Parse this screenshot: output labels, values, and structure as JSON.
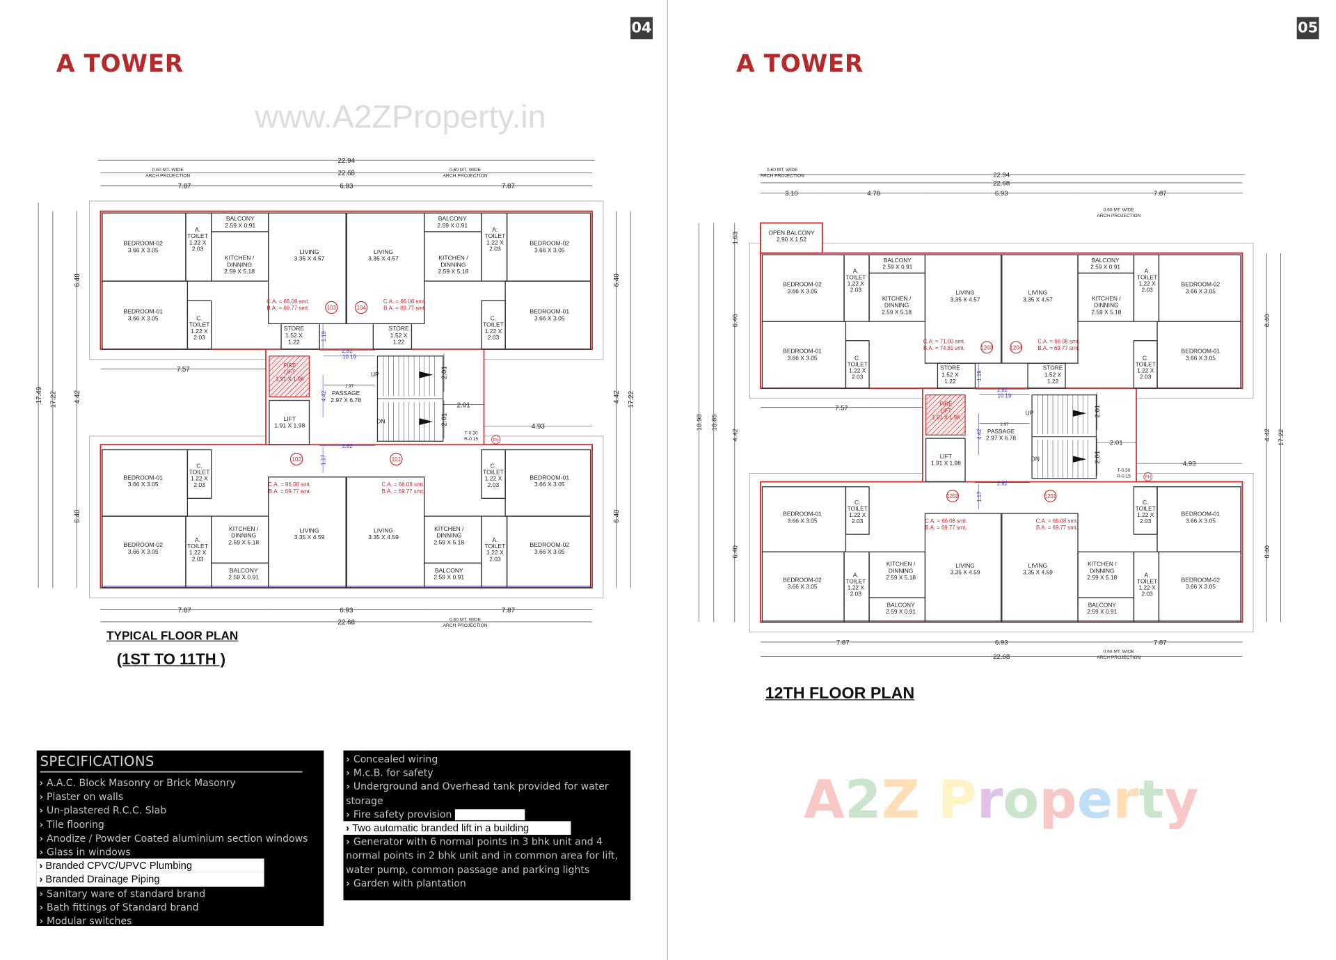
{
  "pages": [
    {
      "number": "04",
      "title": "A TOWER"
    },
    {
      "number": "05",
      "title": "A TOWER"
    }
  ],
  "watermarks": {
    "url": "www.A2ZProperty.in",
    "logo": "A2Z Property",
    "logo_colors": [
      "#e53935",
      "#43a047",
      "#fb8c00",
      "#1e88e5",
      "#fdd835",
      "#8e24aa",
      "#43a047",
      "#e53935",
      "#1e88e5",
      "#fb8c00",
      "#43a047"
    ]
  },
  "colors": {
    "title": "#b52a2a",
    "wall": "#d32f2f",
    "window": "#3b3bb0",
    "area_text": "#c0262d"
  },
  "plans": [
    {
      "caption": [
        "TYPICAL FLOOR PLAN",
        "(1ST TO 11TH )"
      ],
      "units": [
        {
          "id": "103",
          "ca": "C.A. =  66.08 smt.",
          "ba": "B.A.  = 69.77 smt.",
          "rooms": [
            {
              "lines": [
                "BEDROOM-02",
                "3.66 X 3.05"
              ]
            },
            {
              "lines": [
                "A.",
                "TOILET",
                "1.22 X",
                "2.03"
              ]
            },
            {
              "lines": [
                "BALCONY",
                "2.59 X 0.91"
              ]
            },
            {
              "lines": [
                "KITCHEN /",
                "DINNING",
                "2.59 X 5.18"
              ]
            },
            {
              "lines": [
                "LIVING",
                "3.35 X 4.57"
              ]
            },
            {
              "lines": [
                "BEDROOM-01",
                "3.66 X 3.05"
              ]
            },
            {
              "lines": [
                "C.",
                "TOILET",
                "1.22 X",
                "2.03"
              ]
            },
            {
              "lines": [
                "STORE",
                "1.52 X",
                "1.22"
              ]
            }
          ]
        },
        {
          "id": "104",
          "ca": "C.A. =  66.08 smt.",
          "ba": "B.A.  = 69.77 smt.",
          "rooms": [
            {
              "lines": [
                "BEDROOM-02",
                "3.66 X 3.05"
              ]
            },
            {
              "lines": [
                "A.",
                "TOILET",
                "1.22 X",
                "2.03"
              ]
            },
            {
              "lines": [
                "BALCONY",
                "2.59 X 0.91"
              ]
            },
            {
              "lines": [
                "KITCHEN /",
                "DINNING",
                "2.59 X 5.18"
              ]
            },
            {
              "lines": [
                "LIVING",
                "3.35 X 4.57"
              ]
            },
            {
              "lines": [
                "BEDROOM-01",
                "3.66  X 3.05"
              ]
            },
            {
              "lines": [
                "C.",
                "TOILET",
                "1.22 X",
                "2.03"
              ]
            },
            {
              "lines": [
                "STORE",
                "1.52 X",
                "1.22"
              ]
            }
          ]
        },
        {
          "id": "102",
          "ca": "C.A. =  66.08 smt.",
          "ba": "B.A.  = 69.77 smt.",
          "rooms": [
            {
              "lines": [
                "BEDROOM-01",
                "3.66 X 3.05"
              ]
            },
            {
              "lines": [
                "C.",
                "TOILET",
                "1.22 X",
                "2.03"
              ]
            },
            {
              "lines": [
                "KITCHEN /",
                "DINNING",
                "2.59 X 5.18"
              ]
            },
            {
              "lines": [
                "LIVING",
                "3.35 X 4.59"
              ]
            },
            {
              "lines": [
                "BEDROOM-02",
                "3.66 X 3.05"
              ]
            },
            {
              "lines": [
                "A.",
                "TOILET",
                "1.22 X",
                "2.03"
              ]
            },
            {
              "lines": [
                "BALCONY",
                "2.59 X 0.91"
              ]
            }
          ]
        },
        {
          "id": "101",
          "ca": "C.A. =  66.08 smt.",
          "ba": "B.A.  = 69.77 smt.",
          "rooms": [
            {
              "lines": [
                "BEDROOM-01",
                "3.66 X 3.05"
              ]
            },
            {
              "lines": [
                "C.",
                "TOILET",
                "1.22 X",
                "2.03"
              ]
            },
            {
              "lines": [
                "KITCHEN /",
                "DINNING",
                "2.59 X 5.18"
              ]
            },
            {
              "lines": [
                "LIVING",
                "3.35 X 4.59"
              ]
            },
            {
              "lines": [
                "BEDROOM-02",
                "3.66  X 3.05"
              ]
            },
            {
              "lines": [
                "A.",
                "TOILET",
                "1.22 X",
                "2.03"
              ]
            },
            {
              "lines": [
                "BALCONY",
                "2.59 X 0.91"
              ]
            }
          ]
        }
      ],
      "core": {
        "fire_lift": [
          "FIRE",
          "LIFT",
          "1.91 X 1.96"
        ],
        "lift": [
          "LIFT",
          "1.91 X 1.98"
        ],
        "passage": [
          "PASSAGE",
          "2.97 X 6.78"
        ],
        "up": "UP",
        "dn": "DN",
        "tread": "T-0.30",
        "riser": "R-0.15",
        "fh": "FH"
      },
      "arch_note": [
        "0.60 MT. WIDE",
        "ARCH PROJECTION"
      ],
      "dimensions": [
        "22.94",
        "22.68",
        "7.87",
        "6.93",
        "7.87",
        "7.87",
        "6.93",
        "7.87",
        "22.68",
        "17.49",
        "17.22",
        "6.40",
        "4.42",
        "6.40",
        "6.40",
        "4.42",
        "6.40",
        "17.22",
        "7.57",
        "4.93",
        "2.01",
        "2.01",
        "2.01",
        "2.82",
        "2.82",
        "10.19",
        "1.19",
        "1.17",
        "4.42",
        "2.97"
      ]
    },
    {
      "caption": [
        "12TH FLOOR PLAN"
      ],
      "open_balcony": [
        "OPEN BALCONY",
        "2.90 X 1.52"
      ],
      "units": [
        {
          "id": "1203",
          "ca": "C.A. =  71.00 smt.",
          "ba": "B.A.  = 74.81 smt.",
          "rooms": [
            {
              "lines": [
                "BEDROOM-02",
                "3.66 X 3.05"
              ]
            },
            {
              "lines": [
                "A.",
                "TOILET",
                "1.22 X",
                "2.03"
              ]
            },
            {
              "lines": [
                "BALCONY",
                "2.59 X 0.91"
              ]
            },
            {
              "lines": [
                "KITCHEN /",
                "DINNING",
                "2.59 X 5.18"
              ]
            },
            {
              "lines": [
                "LIVING",
                "3.35 X 4.57"
              ]
            },
            {
              "lines": [
                "BEDROOM-01",
                "3.66 X 3.05"
              ]
            },
            {
              "lines": [
                "C.",
                "TOILET",
                "1.22 X",
                "2.03"
              ]
            },
            {
              "lines": [
                "STORE",
                "1.52 X",
                "1.22"
              ]
            }
          ]
        },
        {
          "id": "1204",
          "ca": "C.A. =  66.08 smt.",
          "ba": "B.A.  = 69.77 smt.",
          "rooms": [
            {
              "lines": [
                "BEDROOM-02",
                "3.66 X 3.05"
              ]
            },
            {
              "lines": [
                "A.",
                "TOILET",
                "1.22 X",
                "2.03"
              ]
            },
            {
              "lines": [
                "BALCONY",
                "2.59 X 0.91"
              ]
            },
            {
              "lines": [
                "KITCHEN /",
                "DINNING",
                "2.59 X 5.18"
              ]
            },
            {
              "lines": [
                "LIVING",
                "3.35 X 4.57"
              ]
            },
            {
              "lines": [
                "BEDROOM-01",
                "3.66  X 3.05"
              ]
            },
            {
              "lines": [
                "C.",
                "TOILET",
                "1.22 X",
                "2.03"
              ]
            },
            {
              "lines": [
                "STORE",
                "1.52 X",
                "1.22"
              ]
            }
          ]
        },
        {
          "id": "1202",
          "ca": "C.A. =  66.08 smt.",
          "ba": "B.A.  = 69.77 smt.",
          "rooms": [
            {
              "lines": [
                "BEDROOM-01",
                "3.66 X 3.05"
              ]
            },
            {
              "lines": [
                "C.",
                "TOILET",
                "1.22 X",
                "2.03"
              ]
            },
            {
              "lines": [
                "KITCHEN /",
                "DINNING",
                "2.59 X 5.18"
              ]
            },
            {
              "lines": [
                "LIVING",
                "3.35 X 4.59"
              ]
            },
            {
              "lines": [
                "BEDROOM-02",
                "3.66 X 3.05"
              ]
            },
            {
              "lines": [
                "A.",
                "TOILET",
                "1.22 X",
                "2.03"
              ]
            },
            {
              "lines": [
                "BALCONY",
                "2.59 X 0.91"
              ]
            }
          ]
        },
        {
          "id": "1201",
          "ca": "C.A. =  66.08 smt.",
          "ba": "B.A.  = 69.77 smt.",
          "rooms": [
            {
              "lines": [
                "BEDROOM-01",
                "3.66 X 3.05"
              ]
            },
            {
              "lines": [
                "C.",
                "TOILET",
                "1.22 X",
                "2.03"
              ]
            },
            {
              "lines": [
                "KITCHEN /",
                "DINNING",
                "2.59 X 5.18"
              ]
            },
            {
              "lines": [
                "LIVING",
                "3.35 X 4.59"
              ]
            },
            {
              "lines": [
                "BEDROOM-02",
                "3.66  X 3.05"
              ]
            },
            {
              "lines": [
                "A.",
                "TOILET",
                "1.22 X",
                "2.03"
              ]
            },
            {
              "lines": [
                "BALCONY",
                "2.59 X 0.91"
              ]
            }
          ]
        }
      ],
      "core": {
        "fire_lift": [
          "FIRE",
          "LIFT",
          "1.91 X 1.96"
        ],
        "lift": [
          "LIFT",
          "1.91 X 1.98"
        ],
        "passage": [
          "PASSAGE",
          "2.97 X 6.78"
        ],
        "up": "UP",
        "dn": "DN",
        "tread": "T-0.30",
        "riser": "R-0.15",
        "fh": "FH"
      },
      "arch_note": [
        "0.60 MT. WIDE",
        "ARCH PROJECTION"
      ],
      "dimensions": [
        "22.94",
        "22.68",
        "3.10",
        "4.78",
        "6.93",
        "7.87",
        "7.87",
        "6.93",
        "7.87",
        "22.68",
        "18.98",
        "18.85",
        "1.63",
        "6.40",
        "4.42",
        "6.40",
        "6.40",
        "4.42",
        "6.40",
        "17.22",
        "7.57",
        "4.93",
        "2.01",
        "2.01",
        "2.01",
        "2.82",
        "2.82",
        "10.19",
        "1.19",
        "1.17",
        "4.42",
        "2.97"
      ]
    }
  ],
  "specifications": {
    "title": "SPECIFICATIONS",
    "left_items": [
      {
        "text": "A.A.C. Block Masonry or Brick Masonry"
      },
      {
        "text": "Plaster on walls"
      },
      {
        "text": "Un-plastered R.C.C. Slab"
      },
      {
        "text": "Tile flooring"
      },
      {
        "text": "Anodize / Powder Coated aluminium section windows"
      },
      {
        "text": "Glass in windows"
      },
      {
        "text": "Branded CPVC/UPVC Plumbing",
        "highlight": true
      },
      {
        "text": "Branded Drainage Piping",
        "highlight": true
      },
      {
        "text": "Sanitary ware of standard brand"
      },
      {
        "text": "Bath fittings of Standard brand"
      },
      {
        "text": "Modular switches"
      }
    ],
    "right_items": [
      {
        "text": "Concealed wiring"
      },
      {
        "text": "M.c.B. for safety"
      },
      {
        "text": "Underground and Overhead tank provided for water storage"
      },
      {
        "text": "Fire safety provision"
      },
      {
        "text": "Two automatic branded lift in a building",
        "highlight": true
      },
      {
        "text": "Generator with 6 normal points in 3 bhk unit and 4 normal points in 2 bhk unit  and in common area for lift, water pump, common passage and parking lights"
      },
      {
        "text": "Garden with plantation"
      }
    ]
  }
}
